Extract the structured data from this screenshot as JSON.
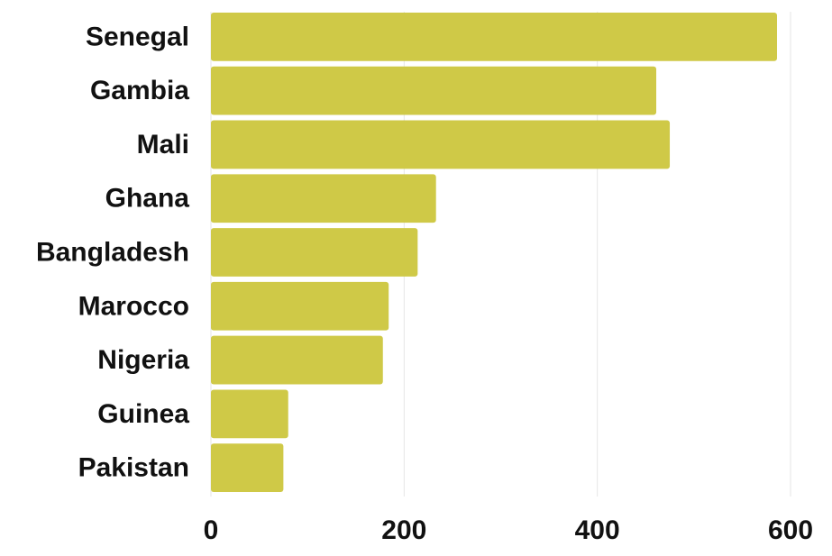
{
  "chart_data": {
    "type": "bar",
    "orientation": "horizontal",
    "title": "",
    "xlabel": "",
    "ylabel": "",
    "categories": [
      "Senegal",
      "Gambia",
      "Mali",
      "Ghana",
      "Bangladesh",
      "Marocco",
      "Nigeria",
      "Guinea",
      "Pakistan"
    ],
    "values": [
      586,
      461,
      475,
      233,
      214,
      184,
      178,
      80,
      75
    ],
    "xlim": [
      0,
      600
    ],
    "xticks": [
      "0",
      "200",
      "400",
      "600"
    ],
    "grid": true,
    "bar_color": "#cfc947"
  }
}
